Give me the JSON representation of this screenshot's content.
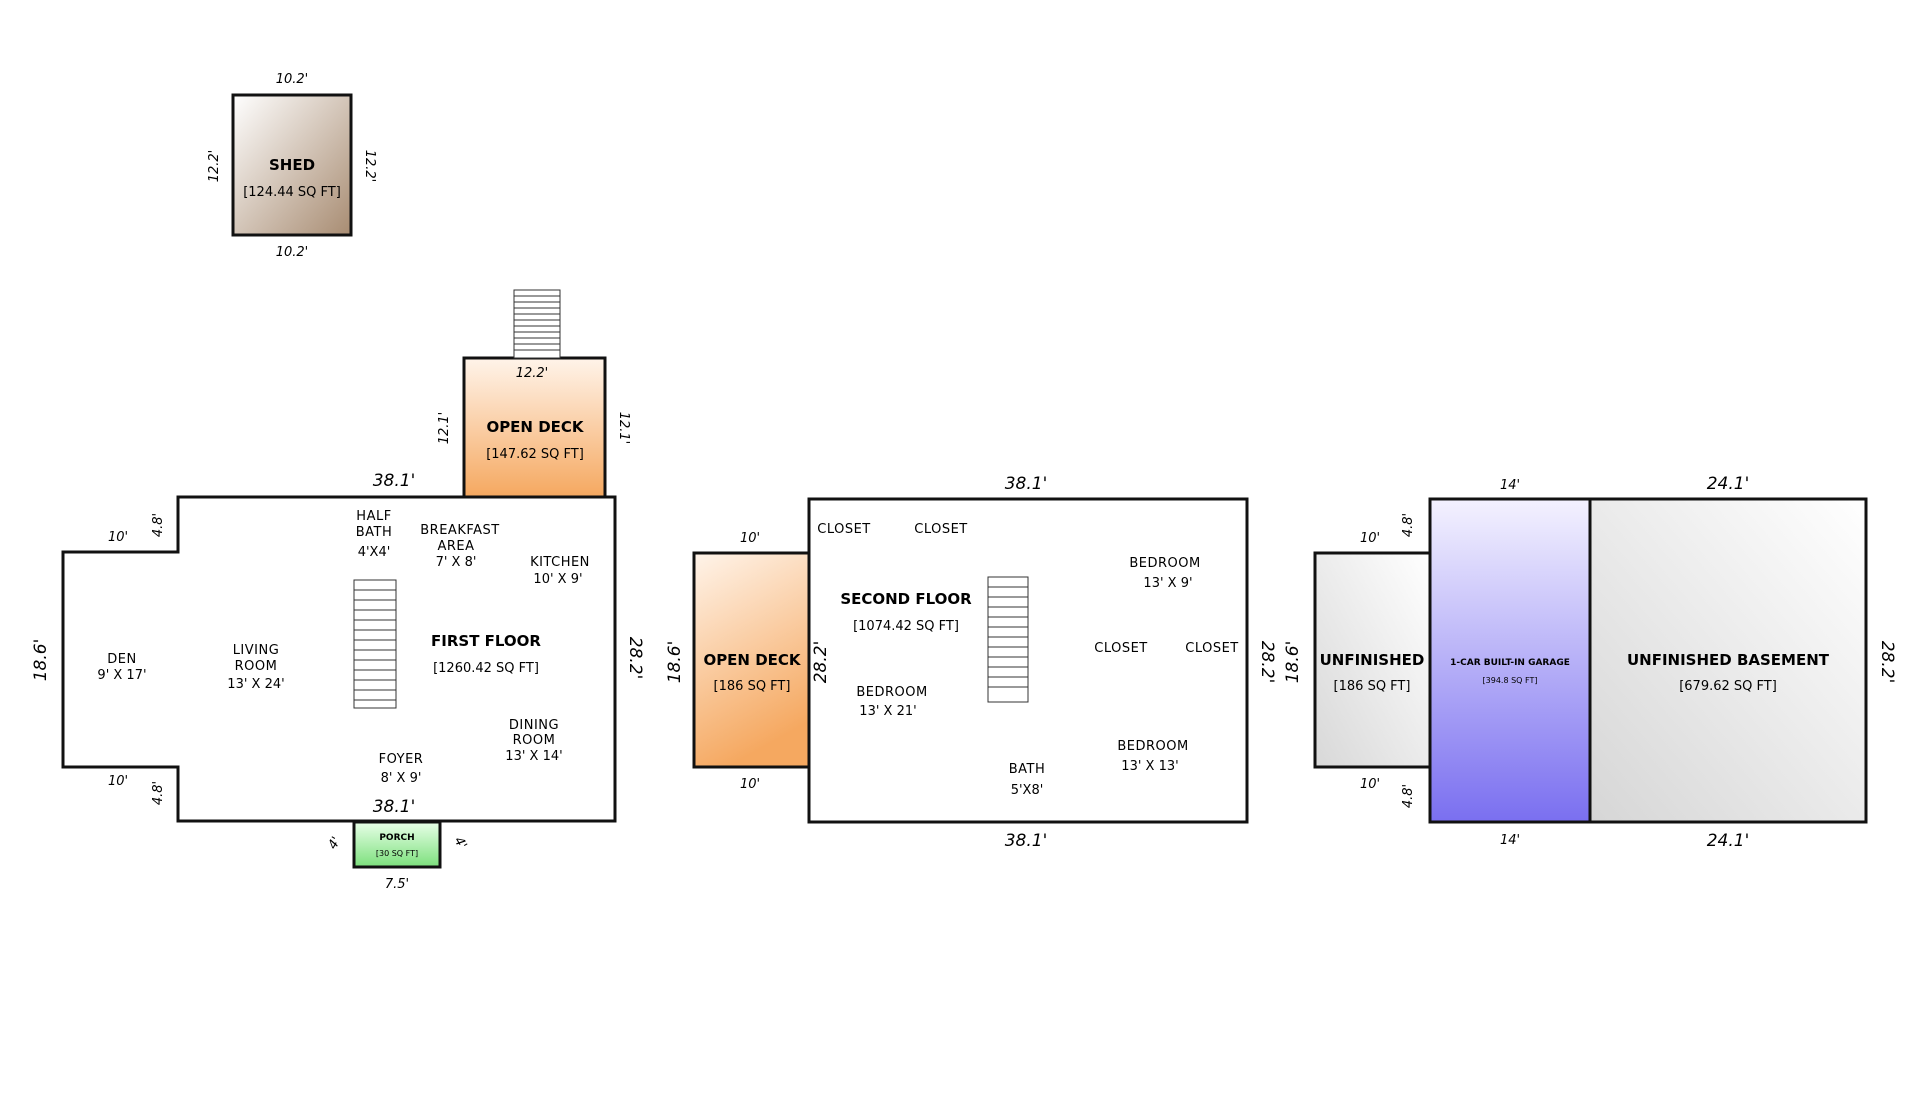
{
  "shed": {
    "name": "SHED",
    "sqft": "[124.44 SQ FT]",
    "dim_top": "10.2'",
    "dim_bottom": "10.2'",
    "dim_left": "12.2'",
    "dim_right": "12.2'",
    "color": "#a88c72"
  },
  "first_floor": {
    "name": "FIRST FLOOR",
    "sqft": "[1260.42 SQ FT]",
    "dims": {
      "top": "38.1'",
      "bottom": "38.1'",
      "right": "28.2'",
      "left": "18.6'",
      "notch_top_w": "10'",
      "notch_top_h": "4.8'",
      "notch_bot_w": "10'",
      "notch_bot_h": "4.8'"
    },
    "rooms": {
      "half_bath": {
        "l1": "HALF",
        "l2": "BATH",
        "dim": "4'X4'"
      },
      "breakfast": {
        "l1": "BREAKFAST",
        "l2": "AREA",
        "dim": "7' X 8'"
      },
      "kitchen": {
        "l1": "KITCHEN",
        "dim": "10' X 9'"
      },
      "den": {
        "l1": "DEN",
        "dim": "9' X 17'"
      },
      "living": {
        "l1": "LIVING",
        "l2": "ROOM",
        "dim": "13' X 24'"
      },
      "dining": {
        "l1": "DINING",
        "l2": "ROOM",
        "dim": "13' X 14'"
      },
      "foyer": {
        "l1": "FOYER",
        "dim": "8' X 9'"
      }
    }
  },
  "open_deck_1": {
    "name": "OPEN DECK",
    "sqft": "[147.62 SQ FT]",
    "dim_top": "12.2'",
    "dim_left": "12.1'",
    "dim_right": "12.1'",
    "color": "#f5a860"
  },
  "porch": {
    "name": "PORCH",
    "sqft": "[30 SQ FT]",
    "dim_bottom": "7.5'",
    "dim_left": "4'",
    "dim_right": "4'",
    "color": "#7ce07c"
  },
  "second_floor": {
    "name": "SECOND FLOOR",
    "sqft": "[1074.42 SQ FT]",
    "dims": {
      "top": "38.1'",
      "bottom": "38.1'",
      "right": "28.2'",
      "left": "28.2'"
    },
    "rooms": {
      "closet1": "CLOSET",
      "closet2": "CLOSET",
      "closet3": "CLOSET",
      "closet4": "CLOSET",
      "bedroom_ne": {
        "l1": "BEDROOM",
        "dim": "13' X 9'"
      },
      "bedroom_w": {
        "l1": "BEDROOM",
        "dim": "13' X 21'"
      },
      "bedroom_se": {
        "l1": "BEDROOM",
        "dim": "13' X 13'"
      },
      "bath": {
        "l1": "BATH",
        "dim": "5'X8'"
      }
    }
  },
  "open_deck_2": {
    "name": "OPEN DECK",
    "sqft": "[186 SQ FT]",
    "dim_top": "10'",
    "dim_bottom": "10'",
    "dim_left": "18.6'",
    "color": "#f5a860"
  },
  "basement": {
    "unfinished": {
      "name": "UNFINISHED",
      "sqft": "[186 SQ FT]",
      "color": "#d8d8d8"
    },
    "garage": {
      "name": "1-CAR BUILT-IN GARAGE",
      "sqft": "[394.8 SQ FT]",
      "color": "#7a6ff0"
    },
    "unfinished_basement": {
      "name": "UNFINISHED BASEMENT",
      "sqft": "[679.62 SQ FT]",
      "color": "#dcdcdc"
    },
    "dims": {
      "garage_top": "14'",
      "garage_bottom": "14'",
      "basement_top": "24.1'",
      "basement_bottom": "24.1'",
      "right": "28.2'",
      "left": "18.6'",
      "notch_top_w": "10'",
      "notch_top_h": "4.8'",
      "notch_bot_w": "10'",
      "notch_bot_h": "4.8'"
    }
  }
}
